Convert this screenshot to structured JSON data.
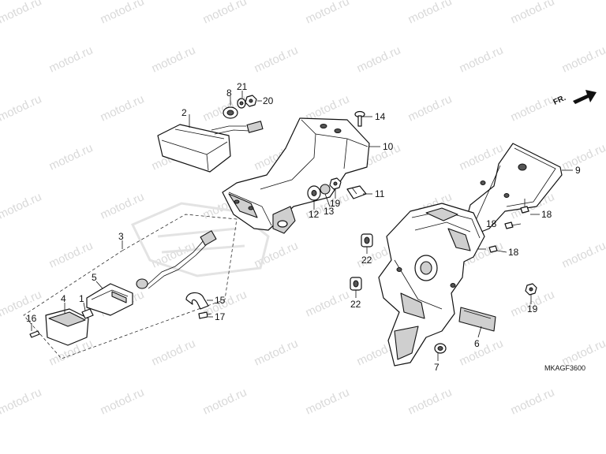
{
  "watermark": "motod.ru",
  "direction_label": "FR.",
  "diagram_code": "MKAGF3600",
  "callouts": [
    "2",
    "8",
    "21",
    "20",
    "14",
    "10",
    "9",
    "11",
    "12",
    "13",
    "19",
    "3",
    "5",
    "4",
    "1",
    "16",
    "15",
    "17",
    "22",
    "22",
    "18",
    "18",
    "18",
    "19",
    "6",
    "7"
  ]
}
